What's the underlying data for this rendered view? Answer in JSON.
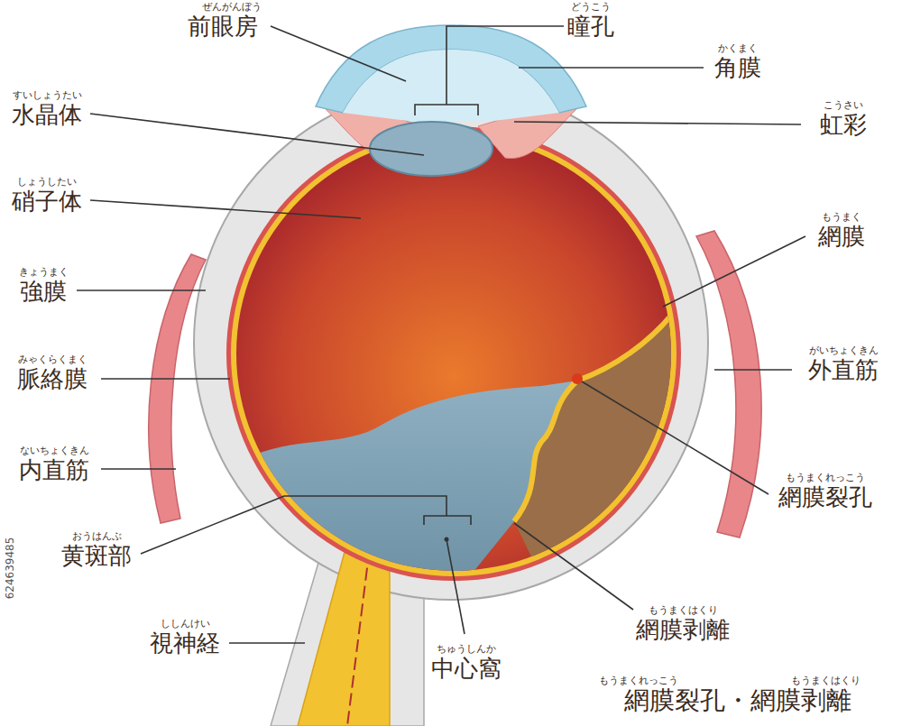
{
  "diagram": {
    "caption": "網膜裂孔・網膜剥離",
    "labels": [
      "前眼房",
      "ぜんがんぼう",
      "瞳孔",
      "どうこう",
      "角膜",
      "かくまく",
      "水晶体",
      "すいしょうたい",
      "虹彩",
      "こうさい",
      "硝子体",
      "しょうしたい",
      "網膜",
      "もうまく",
      "強膜",
      "きょうまく",
      "脈絡膜",
      "みゃくらくまく",
      "外直筋",
      "がいちょくきん",
      "内直筋",
      "ないちょくきん",
      "網膜裂孔",
      "もうまくれっこう",
      "黄斑部",
      "おうはんぶ",
      "網膜剥離",
      "もうまくはくり",
      "視神経",
      "ししんけい",
      "中心窩",
      "ちゅうしんか",
      "もうまくれっこう",
      "もうまくはくり",
      "624639485"
    ]
  }
}
